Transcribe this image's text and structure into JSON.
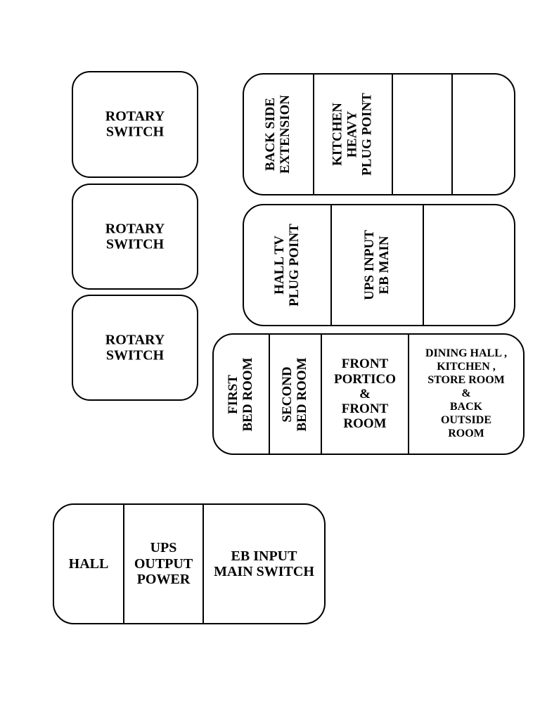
{
  "rotary_switches": [
    {
      "label": "ROTARY\nSWITCH"
    },
    {
      "label": "ROTARY\nSWITCH"
    },
    {
      "label": "ROTARY\nSWITCH"
    }
  ],
  "panel1": {
    "cells": [
      {
        "label": "BACK SIDE\nEXTENSION"
      },
      {
        "label": "KITCHEN\nHEAVY\nPLUG POINT"
      },
      {
        "label": ""
      },
      {
        "label": ""
      }
    ]
  },
  "panel2": {
    "cells": [
      {
        "label": "HALL TV\nPLUG POINT"
      },
      {
        "label": "UPS INPUT\nEB MAIN"
      },
      {
        "label": ""
      }
    ]
  },
  "panel3": {
    "cells": [
      {
        "label": "FIRST\nBED ROOM"
      },
      {
        "label": "SECOND\nBED ROOM"
      },
      {
        "label": "FRONT\nPORTICO\n&\nFRONT\nROOM"
      },
      {
        "label": "DINING HALL ,\nKITCHEN ,\nSTORE ROOM\n&\nBACK\nOUTSIDE\nROOM"
      }
    ]
  },
  "panel4": {
    "cells": [
      {
        "label": "HALL"
      },
      {
        "label": "UPS\nOUTPUT\nPOWER"
      },
      {
        "label": "EB INPUT\nMAIN SWITCH"
      }
    ]
  }
}
